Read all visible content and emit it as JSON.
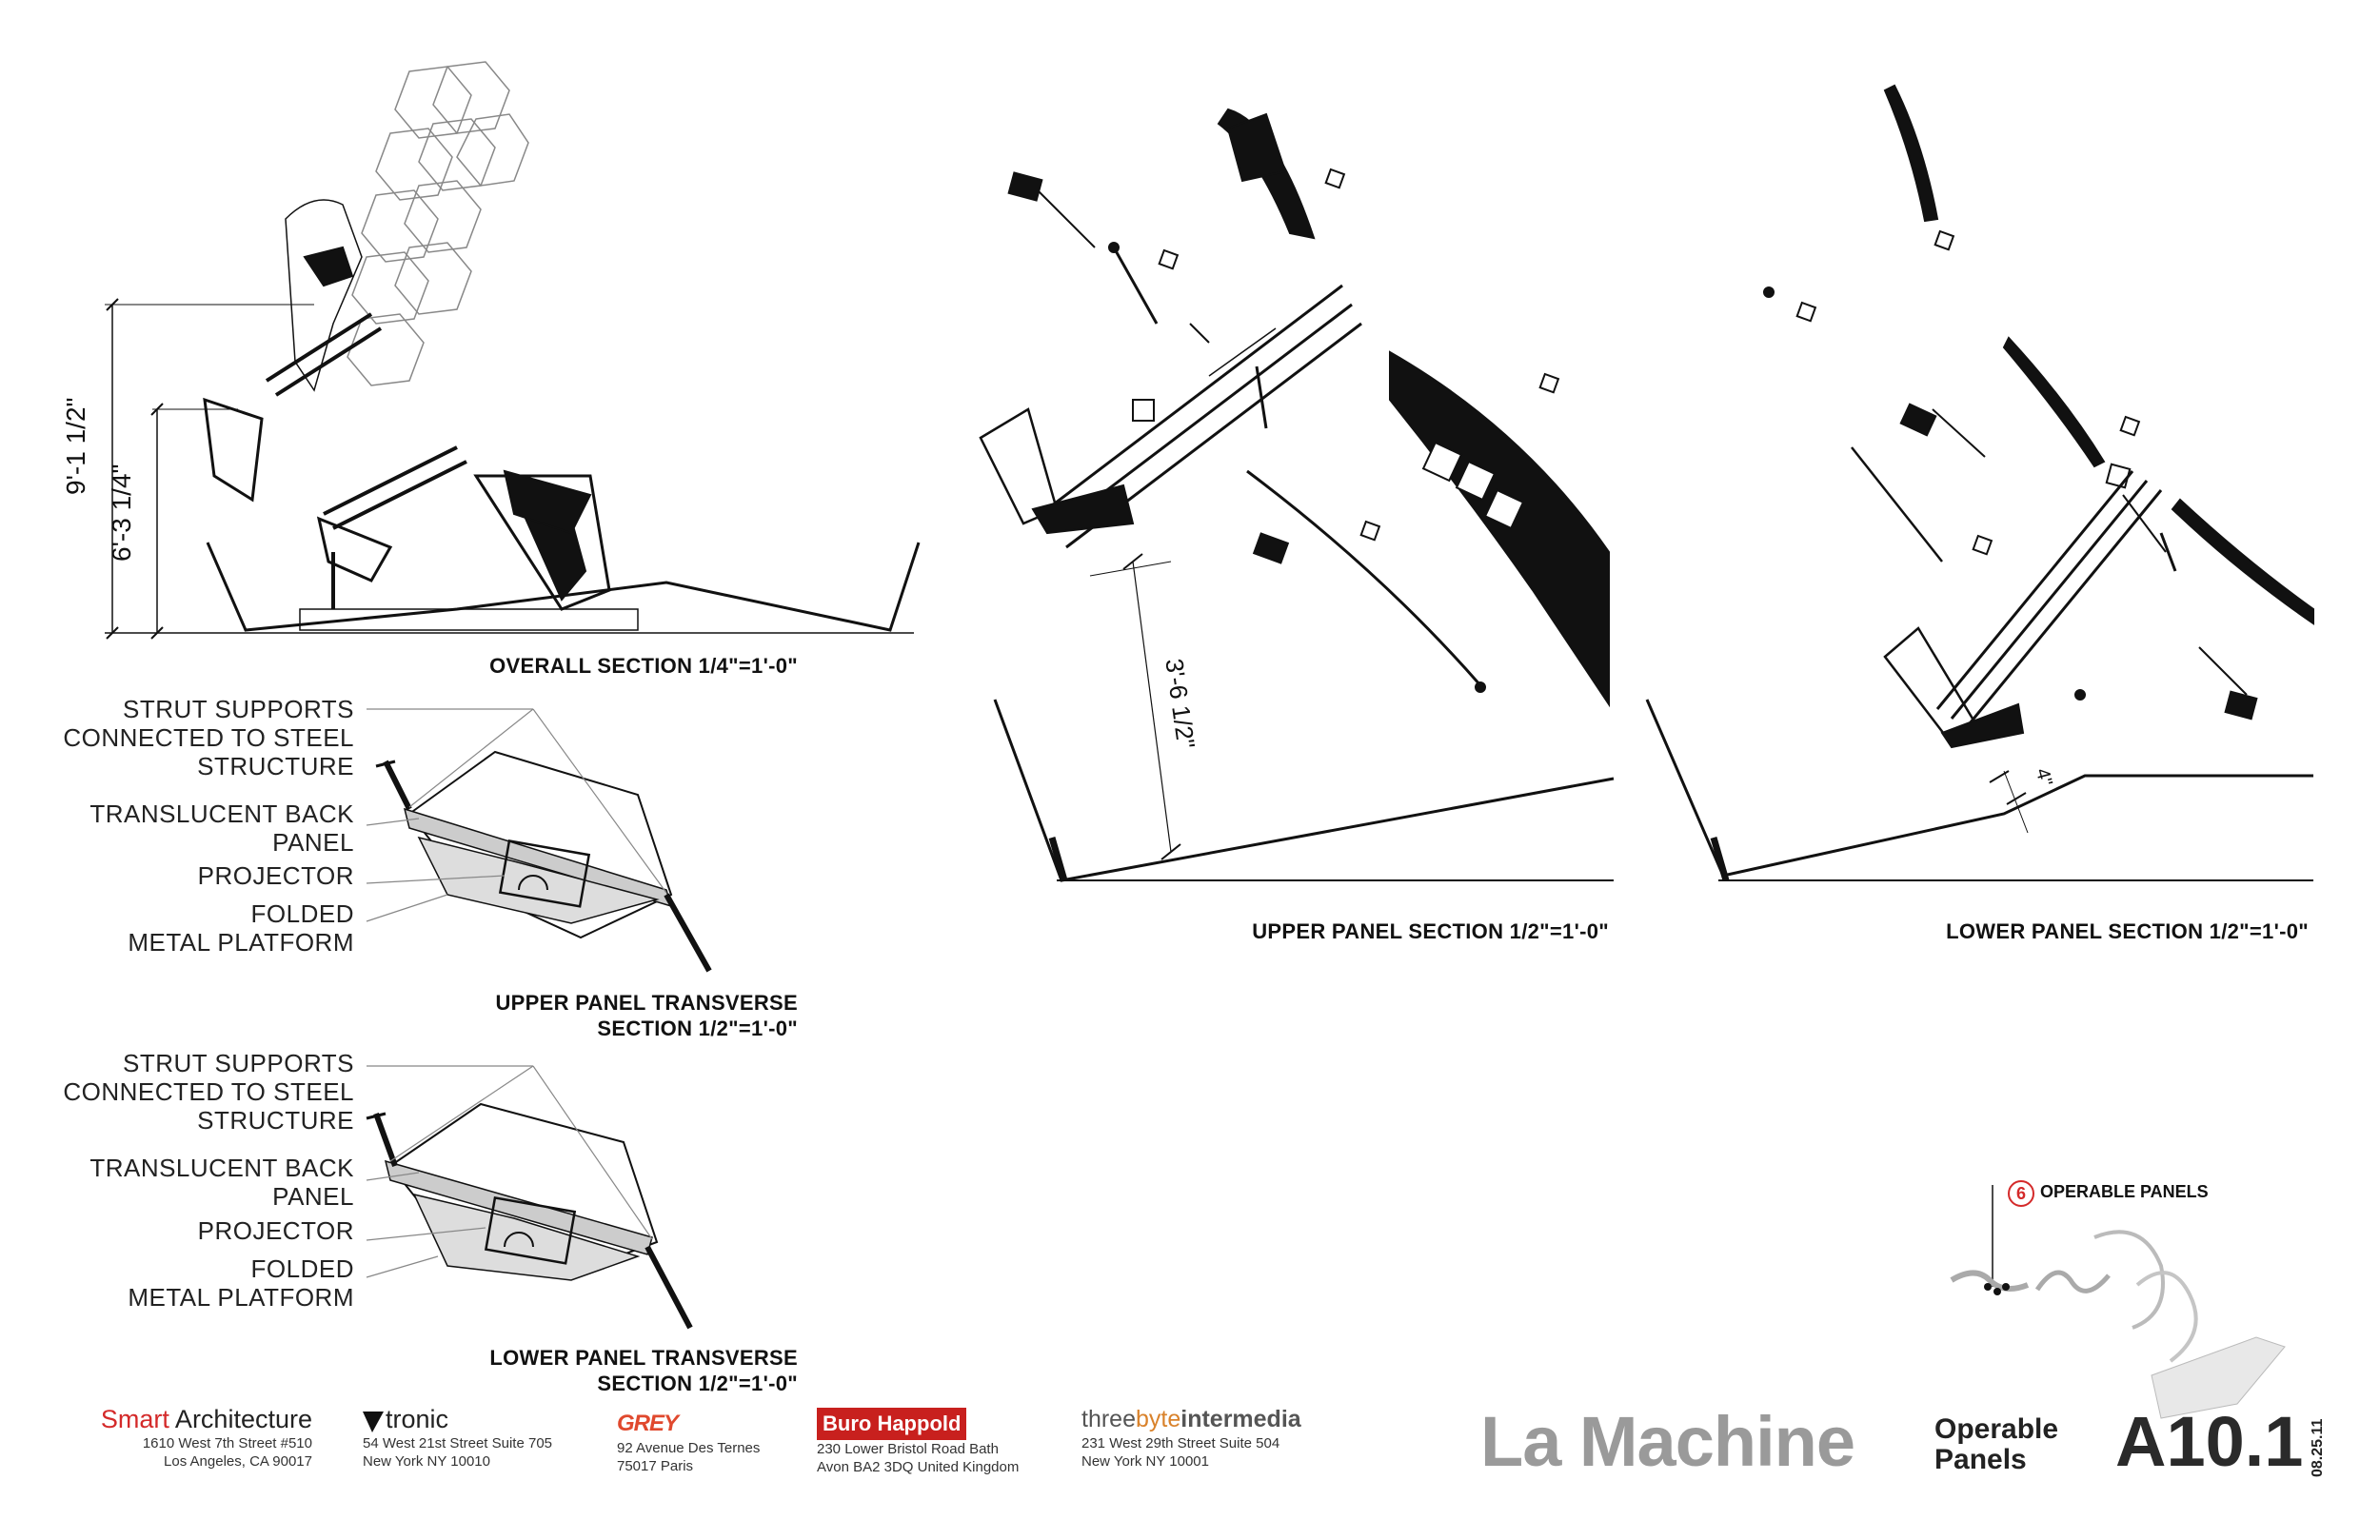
{
  "overall_section": {
    "caption": "OVERALL SECTION 1/4\"=1'-0\"",
    "dim_total": "9'-1 1/2\"",
    "dim_partial": "6'-3 1/4\""
  },
  "upper_transverse": {
    "labels": [
      "STRUT SUPPORTS\nCONNECTED TO STEEL\nSTRUCTURE",
      "TRANSLUCENT BACK\nPANEL",
      "PROJECTOR",
      "FOLDED\nMETAL PLATFORM"
    ],
    "caption_line1": "UPPER PANEL TRANSVERSE",
    "caption_line2": "SECTION 1/2\"=1'-0\""
  },
  "lower_transverse": {
    "labels": [
      "STRUT SUPPORTS\nCONNECTED TO STEEL\nSTRUCTURE",
      "TRANSLUCENT BACK\nPANEL",
      "PROJECTOR",
      "FOLDED\nMETAL PLATFORM"
    ],
    "caption_line1": "LOWER PANEL TRANSVERSE",
    "caption_line2": "SECTION 1/2\"=1'-0\""
  },
  "upper_section": {
    "caption": "UPPER PANEL SECTION 1/2\"=1'-0\"",
    "dim": "3'-6 1/2\""
  },
  "lower_section": {
    "caption": "LOWER PANEL SECTION 1/2\"=1'-0\"",
    "dim": "4\""
  },
  "key_plan": {
    "badge": "6",
    "label": "OPERABLE PANELS"
  },
  "firms": [
    {
      "name_a": "Smart",
      "name_b": " Architecture",
      "line1": "1610 West 7th Street #510",
      "line2": "Los Angeles, CA 90017"
    },
    {
      "name": "tronic",
      "line1": "54 West 21st Street Suite 705",
      "line2": "New York NY 10010"
    },
    {
      "name": "GREY",
      "line1": "92 Avenue Des Ternes",
      "line2": "75017 Paris"
    },
    {
      "name": "Buro Happold",
      "line1": "230 Lower Bristol Road Bath",
      "line2": "Avon BA2 3DQ United Kingdom"
    },
    {
      "name_a": "three",
      "name_b": "byte",
      "name_c": "intermedia",
      "line1": "231 West 29th Street Suite 504",
      "line2": "New York NY 10001"
    }
  ],
  "title_block": {
    "project": "La Machine",
    "sheet_title_1": "Operable",
    "sheet_title_2": "Panels",
    "sheet_number": "A10.1",
    "date": "08.25.11"
  },
  "colors": {
    "accent_red": "#d42a2a",
    "title_grey": "#9a9a9a",
    "smart_red": "#d42a2a",
    "byte_orange": "#d9822b"
  }
}
